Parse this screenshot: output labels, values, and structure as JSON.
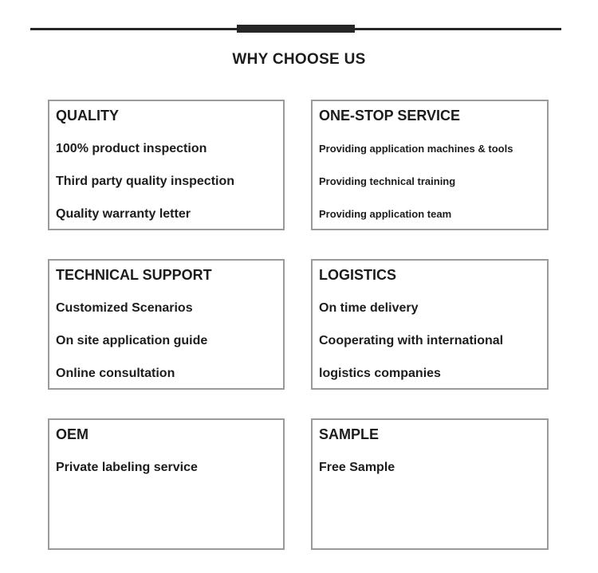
{
  "header": {
    "title": "WHY CHOOSE US"
  },
  "boxes": [
    {
      "heading": "QUALITY",
      "items": [
        "100% product inspection",
        "Third party quality inspection",
        "Quality warranty letter"
      ]
    },
    {
      "heading": "ONE-STOP SERVICE",
      "items": [
        "Providing application machines & tools",
        "Providing technical training",
        "Providing application team"
      ]
    },
    {
      "heading": "TECHNICAL SUPPORT",
      "items": [
        "Customized Scenarios",
        "On site application guide",
        "Online consultation"
      ]
    },
    {
      "heading": "LOGISTICS",
      "items": [
        "On time delivery",
        "Cooperating with international logistics companies"
      ]
    },
    {
      "heading": "OEM",
      "items": [
        "Private labeling service"
      ]
    },
    {
      "heading": "SAMPLE",
      "items": [
        "Free Sample"
      ]
    }
  ],
  "colors": {
    "background": "#ffffff",
    "text": "#1c1c1c",
    "box_border": "#9a9a9a",
    "rule": "#262626"
  }
}
